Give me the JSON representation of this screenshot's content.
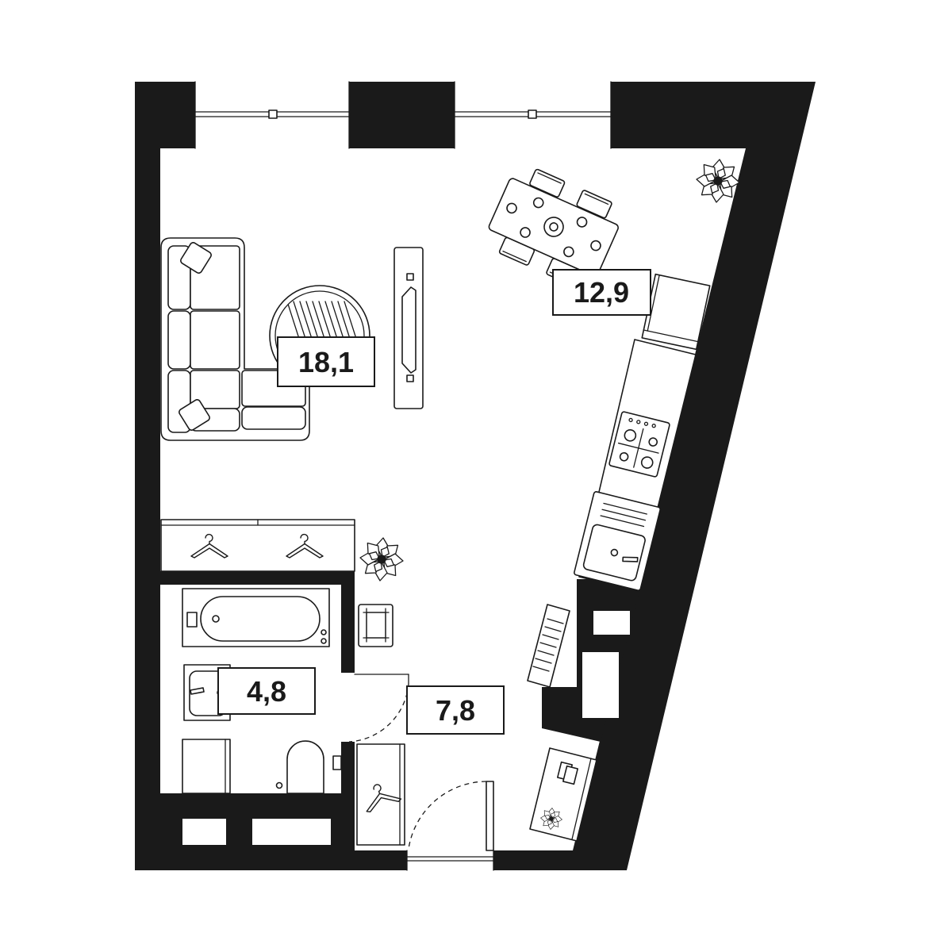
{
  "labels": {
    "living_room_area": "18,1",
    "kitchen_area": "12,9",
    "bathroom_area": "4,8",
    "hallway_area": "7,8"
  },
  "colors": {
    "wall": "#1a1a1a",
    "background": "#ffffff",
    "line": "#1a1a1a"
  },
  "icons": {
    "sofa": "sofa-icon",
    "rug": "round-rug-icon",
    "tv": "tv-stand-icon",
    "dining_table": "dining-table-icon",
    "fridge": "fridge-icon",
    "cooktop": "cooktop-icon",
    "kitchen_sink": "kitchen-sink-icon",
    "plant": "plant-icon",
    "hanger": "hanger-icon",
    "bathtub": "bathtub-icon",
    "toilet": "toilet-icon",
    "washbasin": "washbasin-icon",
    "washing_machine": "washing-machine-icon",
    "radiator": "radiator-icon",
    "door": "door-swing-icon",
    "window": "window-icon"
  }
}
